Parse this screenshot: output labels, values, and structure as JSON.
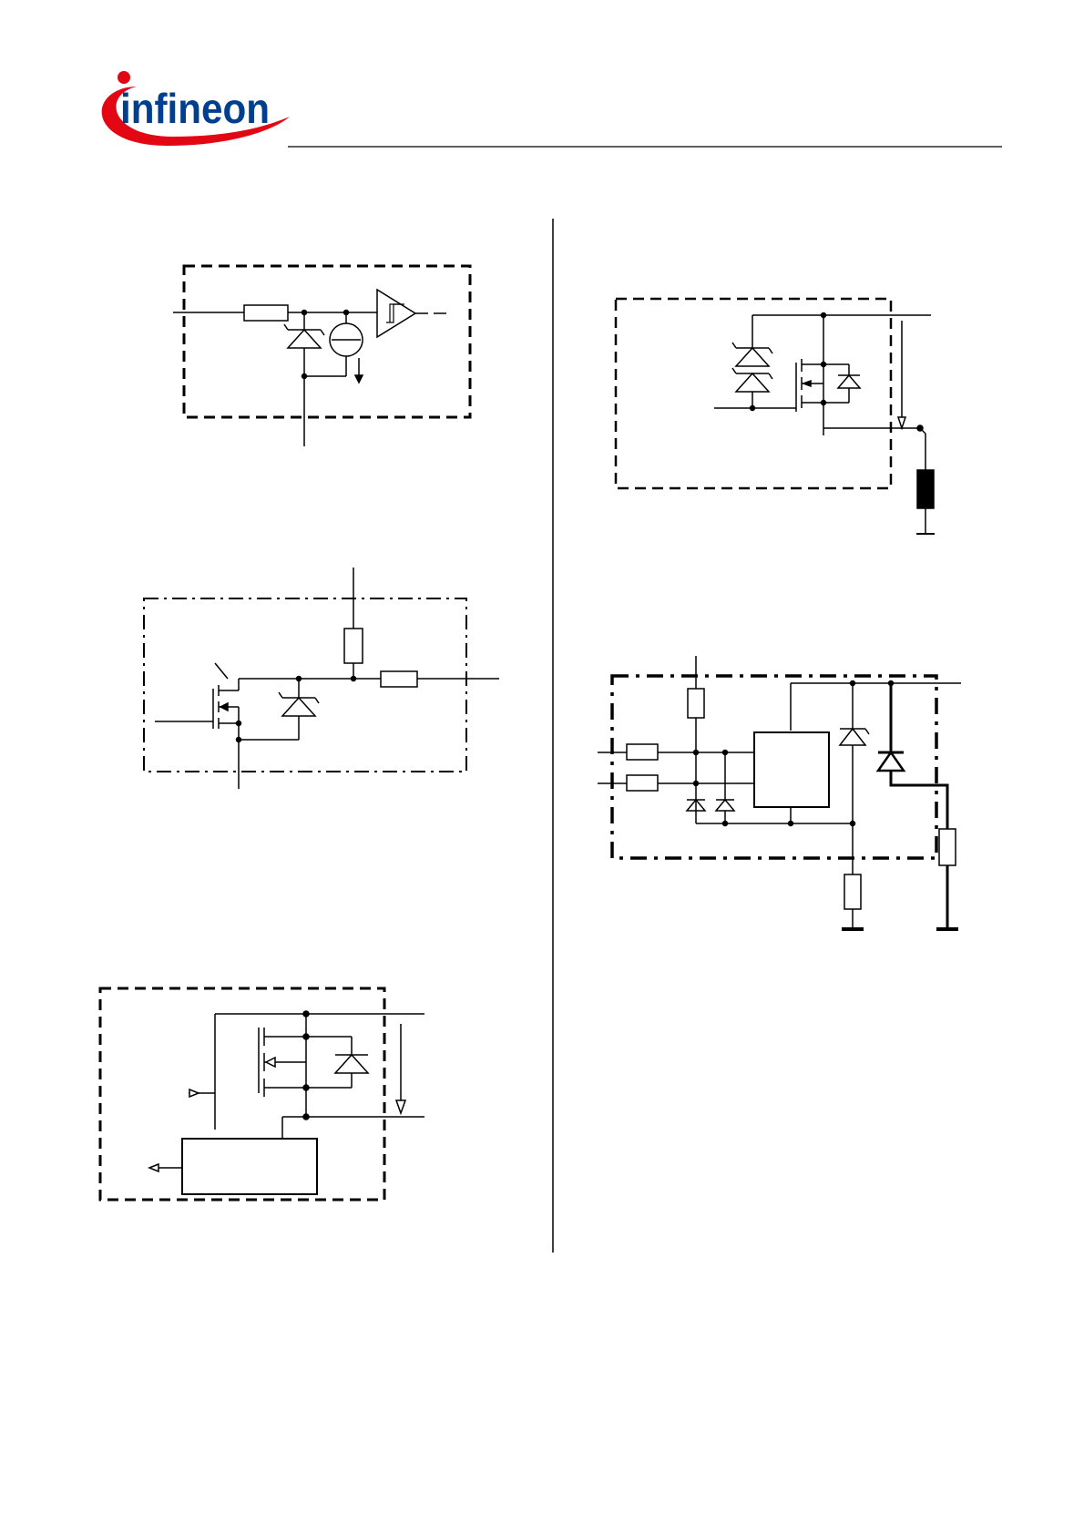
{
  "header": {
    "logo_text": "infineon",
    "brand_color": "#003f8f",
    "swoosh_color": "#e30613",
    "rule_color": "#000000"
  },
  "figures": [
    {
      "id": "input-circuit",
      "components": [
        "resistor",
        "zener-diode",
        "current-source",
        "schmitt-trigger-buffer"
      ]
    },
    {
      "id": "status-output",
      "components": [
        "resistor",
        "resistor",
        "mosfet",
        "zener-diode"
      ]
    },
    {
      "id": "current-sense",
      "components": [
        "mosfet",
        "diode",
        "sense-block"
      ]
    },
    {
      "id": "inductive-load",
      "components": [
        "zener-diode",
        "zener-diode",
        "mosfet",
        "diode",
        "inductor"
      ]
    },
    {
      "id": "reverse-battery",
      "components": [
        "resistor",
        "resistor",
        "resistor",
        "logic-block",
        "zener-diode",
        "zener-diode",
        "zener-diode",
        "diode",
        "resistor",
        "resistor"
      ]
    }
  ],
  "colors": {
    "ink": "#000000",
    "paper": "#ffffff"
  }
}
